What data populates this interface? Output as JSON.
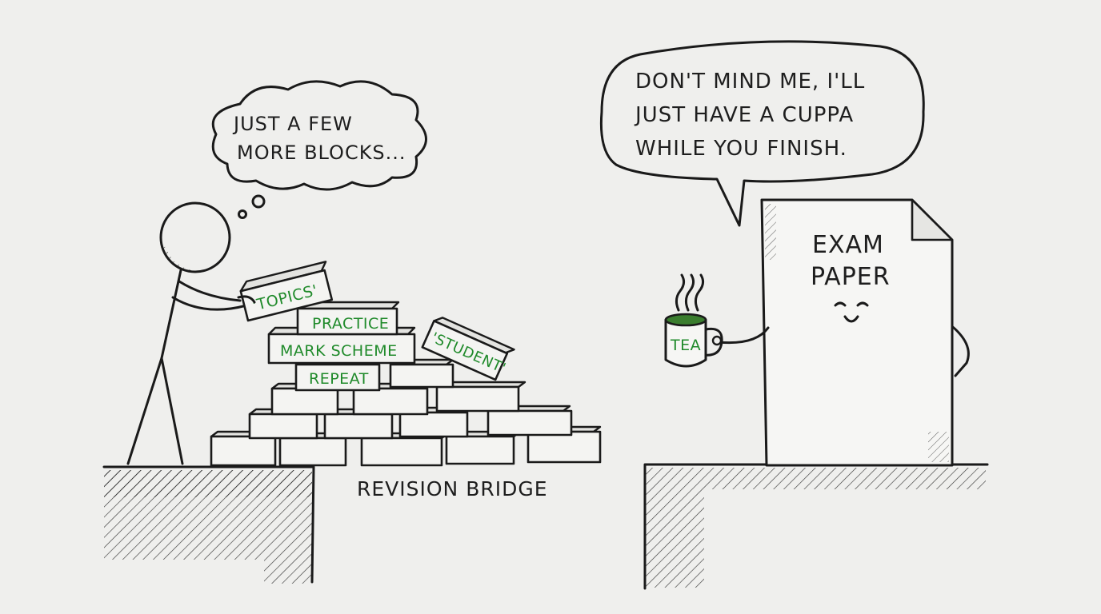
{
  "thought_bubble": {
    "line1": "JUST A FEW",
    "line2": "MORE BLOCKS..."
  },
  "speech_bubble": {
    "line1": "DON'T MIND ME, I'LL",
    "line2": "JUST HAVE A CUPPA",
    "line3": "WHILE YOU FINISH."
  },
  "bricks": {
    "topics": "'TOPICS'",
    "practice": "PRACTICE",
    "mark_scheme": "MARK SCHEME",
    "repeat": "REPEAT",
    "student": "'STUDENT'"
  },
  "bridge_label": "REVISION BRIDGE",
  "exam_paper": {
    "line1": "EXAM",
    "line2": "PAPER"
  },
  "mug_label": "TEA",
  "colors": {
    "background": "#efefed",
    "ink": "#1a1a1a",
    "accent_green": "#1f8a2a"
  }
}
